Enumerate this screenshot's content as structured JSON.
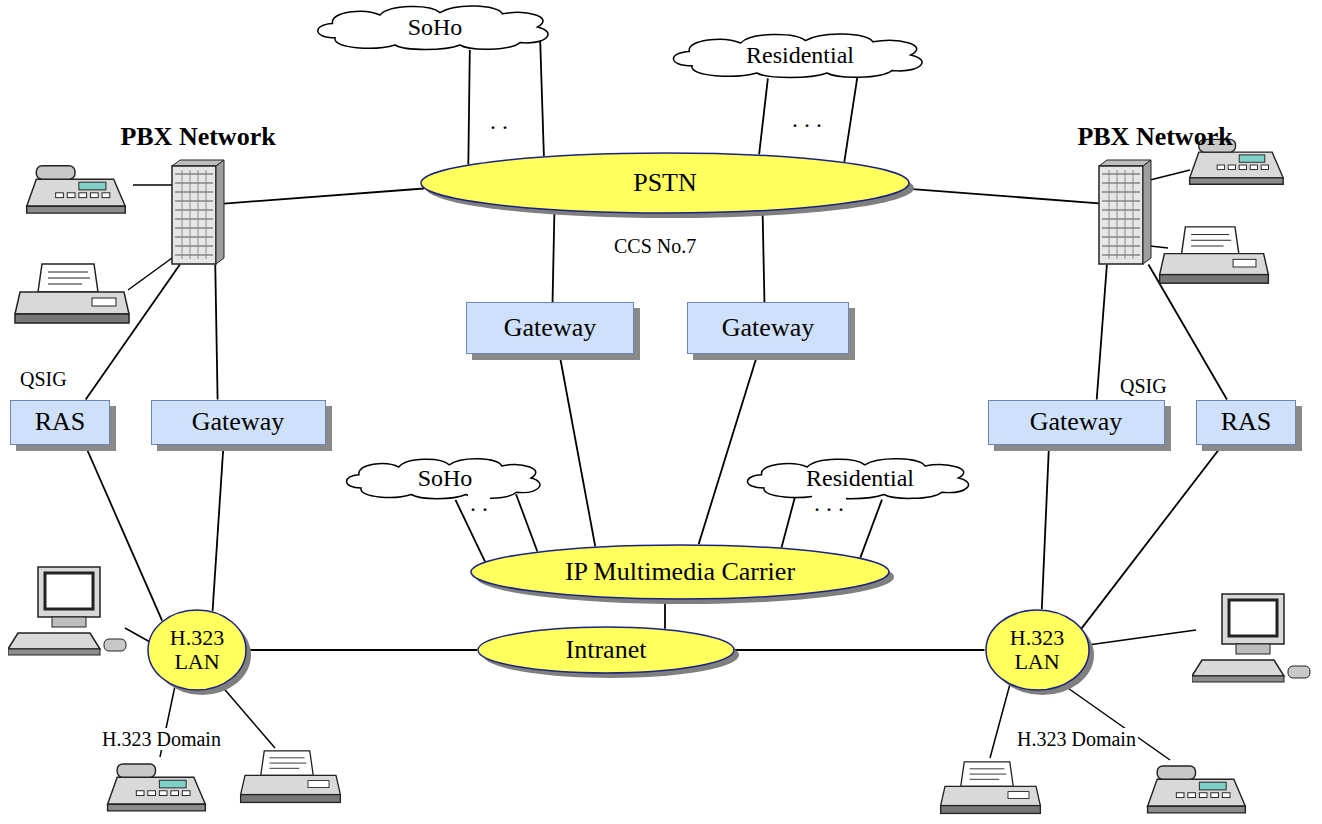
{
  "diagram": {
    "nodes": [
      {
        "text": [
          "PBX Network"
        ]
      },
      {
        "text": [
          "PBX Network"
        ]
      },
      {
        "text": [
          "SoHo"
        ]
      },
      {
        "text": [
          "Residential"
        ]
      },
      {
        "text": [
          "PSTN"
        ]
      },
      {
        "text": [
          "Gateway"
        ]
      },
      {
        "text": [
          "Gateway"
        ]
      },
      {
        "text": [
          "RAS"
        ]
      },
      {
        "text": [
          "Gateway"
        ]
      },
      {
        "text": [
          "SoHo"
        ]
      },
      {
        "text": [
          "Residential"
        ]
      },
      {
        "text": [
          "IP Multimedia Carrier"
        ]
      },
      {
        "text": [
          "Gateway"
        ]
      },
      {
        "text": [
          "RAS"
        ]
      },
      {
        "text": [
          "H.323 LAN"
        ]
      },
      {
        "text": [
          "Intranet"
        ]
      },
      {
        "text": [
          "H.323 LAN"
        ]
      }
    ],
    "edges": [
      {
        "from": 0,
        "to": 4,
        "arrow": "none"
      },
      {
        "from": 1,
        "to": 4,
        "arrow": "none"
      },
      {
        "from": 2,
        "to": 4,
        "arrow": "none"
      },
      {
        "from": 2,
        "to": 4,
        "arrow": "none"
      },
      {
        "from": 3,
        "to": 4,
        "arrow": "none"
      },
      {
        "from": 3,
        "to": 4,
        "arrow": "none"
      },
      {
        "from": 4,
        "to": 5,
        "arrow": "none"
      },
      {
        "from": 4,
        "to": 6,
        "arrow": "none"
      },
      {
        "from": 5,
        "to": 11,
        "arrow": "none"
      },
      {
        "from": 6,
        "to": 11,
        "arrow": "none"
      },
      {
        "from": 9,
        "to": 11,
        "arrow": "none"
      },
      {
        "from": 9,
        "to": 11,
        "arrow": "none"
      },
      {
        "from": 10,
        "to": 11,
        "arrow": "none"
      },
      {
        "from": 10,
        "to": 11,
        "arrow": "none"
      },
      {
        "from": 11,
        "to": 15,
        "arrow": "none"
      },
      {
        "from": 0,
        "to": 7,
        "arrow": "none"
      },
      {
        "from": 0,
        "to": 8,
        "arrow": "none"
      },
      {
        "from": 7,
        "to": 14,
        "arrow": "none"
      },
      {
        "from": 8,
        "to": 14,
        "arrow": "none"
      },
      {
        "from": 14,
        "to": 15,
        "arrow": "none"
      },
      {
        "from": 15,
        "to": 16,
        "arrow": "none"
      },
      {
        "from": 1,
        "to": 12,
        "arrow": "none"
      },
      {
        "from": 1,
        "to": 13,
        "arrow": "none"
      },
      {
        "from": 12,
        "to": 16,
        "arrow": "none"
      },
      {
        "from": 13,
        "to": 16,
        "arrow": "none"
      }
    ],
    "labels": [
      ". .",
      ". . .",
      "CCS No.7",
      "QSIG",
      "QSIG",
      ". .",
      ". . .",
      "H.323 Domain",
      "H.323 Domain"
    ]
  }
}
